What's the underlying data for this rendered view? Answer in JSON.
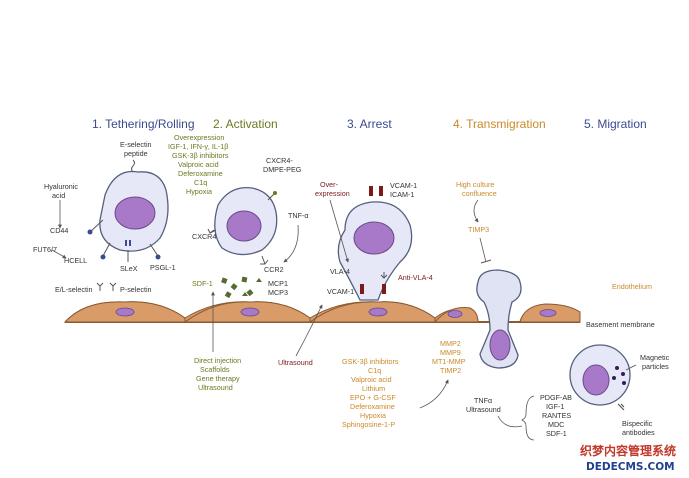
{
  "stages": [
    {
      "label": "1. Tethering/Rolling",
      "color": "#3b4a8f"
    },
    {
      "label": "2. Activation",
      "color": "#6b7a1f"
    },
    {
      "label": "3. Arrest",
      "color": "#3b4a8f"
    },
    {
      "label": "4. Transmigration",
      "color": "#c98a2a"
    },
    {
      "label": "5. Migration",
      "color": "#3b4a8f"
    }
  ],
  "tethering": {
    "eselectin": [
      "E-selectin",
      "peptide"
    ],
    "hyaluronic": [
      "Hyaluronic",
      "acid"
    ],
    "cd44": "CD44",
    "fut": "FUT6/7",
    "hcell": "HCELL",
    "slex": "SLeX",
    "psgl": "PSGL-1",
    "el_selectin": "E/L-selectin",
    "p_selectin": "P-selectin"
  },
  "activation": {
    "overexpression": [
      "Overexpression",
      "IGF-1, IFN-γ, IL-1β",
      "GSK-3β inhibitors",
      "Valproic acid",
      "Deferoxamine",
      "C1q",
      "Hypoxia"
    ],
    "cxcr4_dmpe": [
      "CXCR4-",
      "DMPE-PEG"
    ],
    "tnf": "TNF-α",
    "cxcr4": "CXCR4",
    "ccr2": "CCR2",
    "sdf1": "SDF-1",
    "mcp1": "MCP1",
    "mcp3": "MCP3",
    "below": [
      "Direct injection",
      "Scaffolds",
      "Gene therapy",
      "Ultrasound"
    ]
  },
  "arrest": {
    "over": [
      "Over-",
      "expression"
    ],
    "vcam_icam": [
      "VCAM-1",
      "ICAM-1"
    ],
    "vla4": "VLA-4",
    "vcam1": "VCAM-1",
    "anti_vla4": "Anti-VLA-4",
    "ultrasound": "Ultrasound",
    "below": [
      "GSK-3β inhibitors",
      "C1q",
      "Valproic acid",
      "Lithium",
      "EPO + G-CSF",
      "Deferoxamine",
      "Hypoxia",
      "Sphingosine-1-P"
    ]
  },
  "transmigration": {
    "confluence": [
      "High culture",
      "confluence"
    ],
    "timp3": "TIMP3",
    "mmp": [
      "MMP2",
      "MMP9",
      "MT1-MMP",
      "TIMP2"
    ]
  },
  "migration": {
    "endothelium": "Endothelium",
    "basement": "Basement membrane",
    "magnetic": [
      "Magnetic",
      "particles"
    ],
    "bispecific": [
      "Bispecific",
      "antibodies"
    ],
    "tnf_us": [
      "TNFα",
      "Ultrasound"
    ],
    "factors": [
      "PDGF-AB",
      "IGF-1",
      "RANTES",
      "MDC",
      "SDF-1"
    ]
  },
  "watermark": {
    "cn": "织梦内容管理系统",
    "url": "DEDECMS.COM"
  }
}
